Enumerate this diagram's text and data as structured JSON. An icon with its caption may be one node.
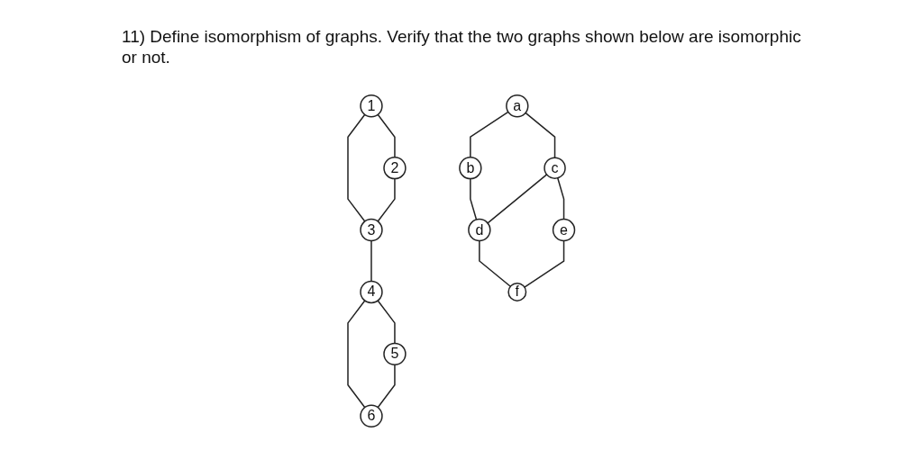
{
  "diagram": {
    "title": "11) Define isomorphism of graphs. Verify that the two graphs shown below are isomorphic or not.",
    "nodes": [
      {
        "text": [
          "1"
        ]
      },
      {
        "text": [
          "2"
        ]
      },
      {
        "text": [
          "3"
        ]
      },
      {
        "text": [
          "4"
        ]
      },
      {
        "text": [
          "5"
        ]
      },
      {
        "text": [
          "6"
        ]
      },
      {
        "text": [
          "a"
        ]
      },
      {
        "text": [
          "b"
        ]
      },
      {
        "text": [
          "c"
        ]
      },
      {
        "text": [
          "d"
        ]
      },
      {
        "text": [
          "e"
        ]
      },
      {
        "text": [
          "f"
        ]
      }
    ],
    "edges": [
      {
        "from": 0,
        "to": 1,
        "arrow": "none"
      },
      {
        "from": 0,
        "to": 2,
        "arrow": "none"
      },
      {
        "from": 1,
        "to": 2,
        "arrow": "none"
      },
      {
        "from": 2,
        "to": 3,
        "arrow": "none"
      },
      {
        "from": 3,
        "to": 4,
        "arrow": "none"
      },
      {
        "from": 3,
        "to": 5,
        "arrow": "none"
      },
      {
        "from": 4,
        "to": 5,
        "arrow": "none"
      },
      {
        "from": 6,
        "to": 7,
        "arrow": "none"
      },
      {
        "from": 6,
        "to": 8,
        "arrow": "none"
      },
      {
        "from": 7,
        "to": 9,
        "arrow": "none"
      },
      {
        "from": 8,
        "to": 9,
        "arrow": "none"
      },
      {
        "from": 8,
        "to": 10,
        "arrow": "none"
      },
      {
        "from": 9,
        "to": 11,
        "arrow": "none"
      },
      {
        "from": 10,
        "to": 11,
        "arrow": "none"
      }
    ]
  }
}
